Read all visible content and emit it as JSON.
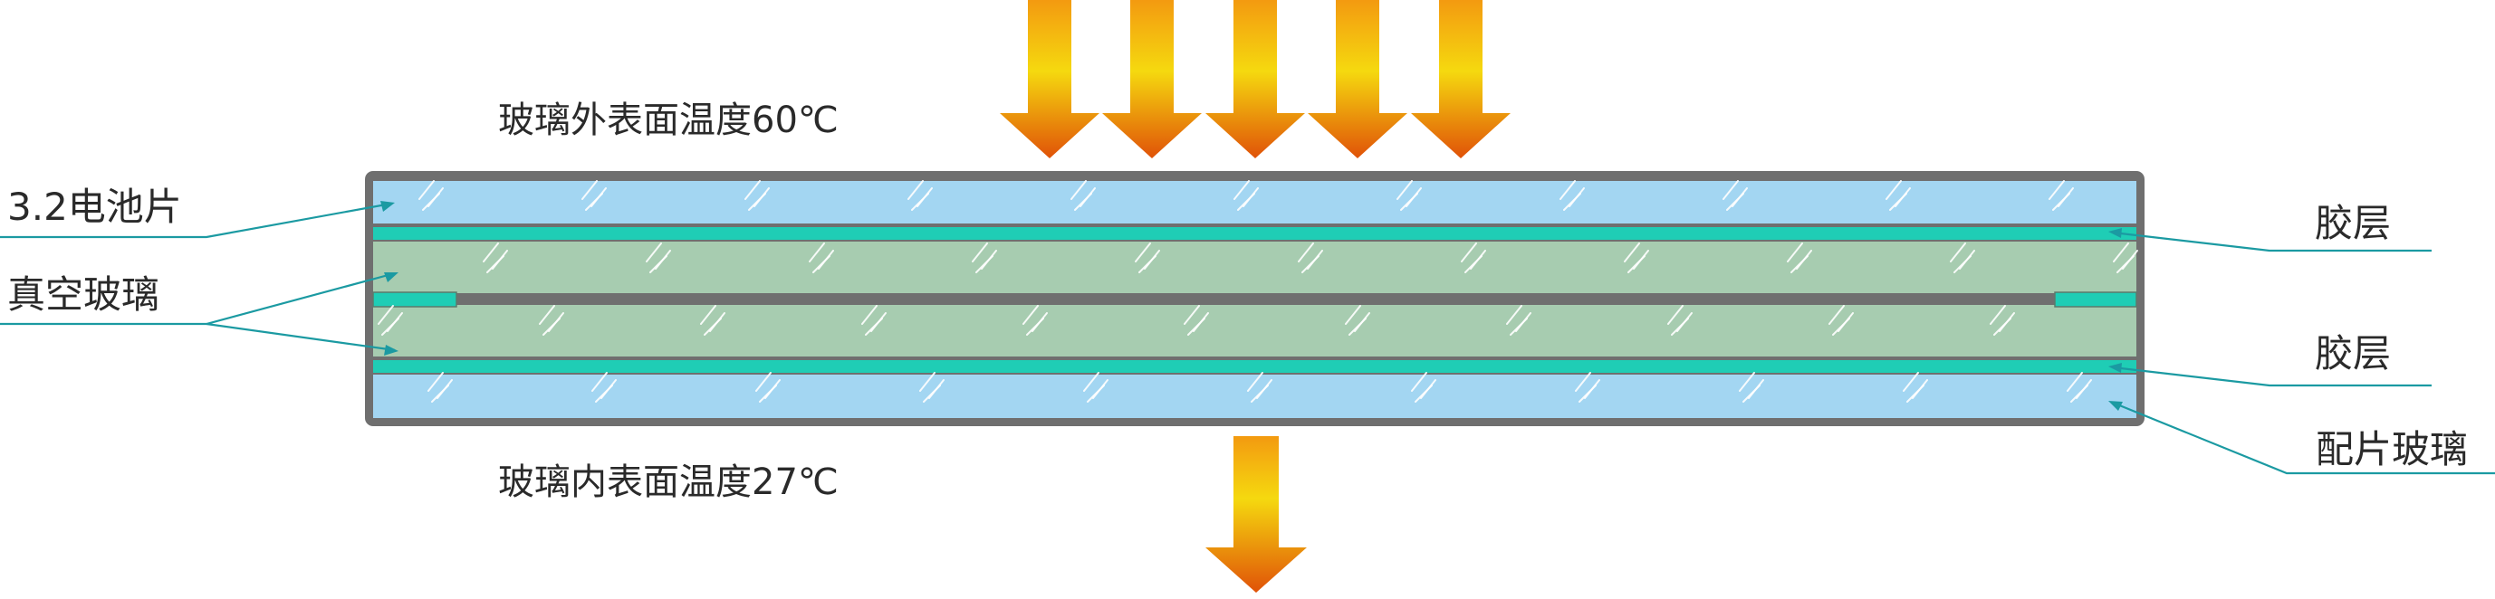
{
  "labels": {
    "outer_temp": "玻璃外表面温度60℃",
    "inner_temp": "玻璃内表面温度27℃",
    "cell": "3.2电池片",
    "vacuum_glass": "真空玻璃",
    "adhesive_top": "胶层",
    "adhesive_bottom": "胶层",
    "backing_glass": "配片玻璃"
  },
  "colors": {
    "frame": "#6f6f6f",
    "glass_blue": "#a3d6f2",
    "vacuum_green": "#a7ccb0",
    "adhesive": "#1fcdb5",
    "leader": "#1b9aa2",
    "arrow_top": "#f5d90f",
    "arrow_mid": "#f39a10",
    "arrow_bottom": "#e05208"
  },
  "icons": {
    "incoming_heat": "down-arrow-icon",
    "outgoing_heat": "down-arrow-icon",
    "glass_reflection": "glass-hatch-icon"
  }
}
